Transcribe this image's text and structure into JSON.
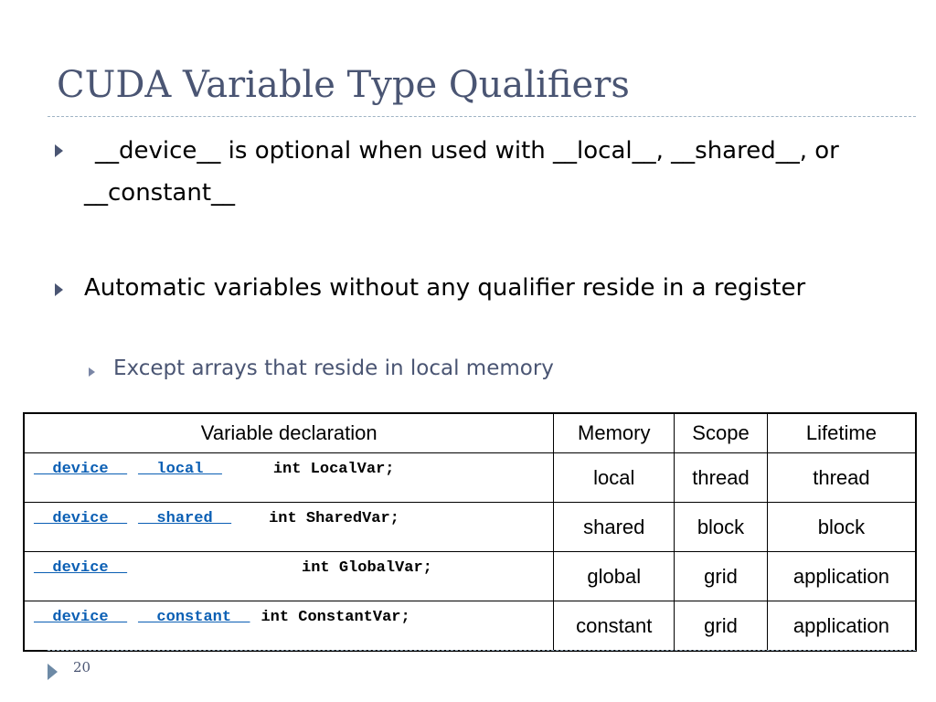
{
  "slide": {
    "title": "CUDA Variable Type Qualifiers",
    "page_number": "20"
  },
  "bullets": [
    {
      "text": "__device__ is optional when used with __local__, __shared__, or  __constant__"
    },
    {
      "text": "Automatic variables without any qualifier reside in a register"
    }
  ],
  "sub_bullets": [
    {
      "text": "Except arrays that reside in local memory"
    }
  ],
  "table": {
    "headers": [
      "Variable declaration",
      "Memory",
      "Scope",
      "Lifetime"
    ],
    "rows": [
      {
        "qualifier1": "__device__",
        "qualifier2": "__local__",
        "code": "int LocalVar;",
        "memory": "local",
        "scope": "thread",
        "lifetime": "thread"
      },
      {
        "qualifier1": "__device__",
        "qualifier2": "__shared__",
        "code": "int SharedVar;",
        "memory": "shared",
        "scope": "block",
        "lifetime": "block"
      },
      {
        "qualifier1": "__device__",
        "qualifier2": "",
        "code": "int GlobalVar;",
        "memory": "global",
        "scope": "grid",
        "lifetime": "application"
      },
      {
        "qualifier1": "__device__",
        "qualifier2": "__constant__",
        "code": "int ConstantVar;",
        "memory": "constant",
        "scope": "grid",
        "lifetime": "application"
      }
    ]
  },
  "colors": {
    "title": "#4a5573",
    "qualifier_keyword": "#0b5fb4",
    "divider": "#9fb3c4"
  }
}
